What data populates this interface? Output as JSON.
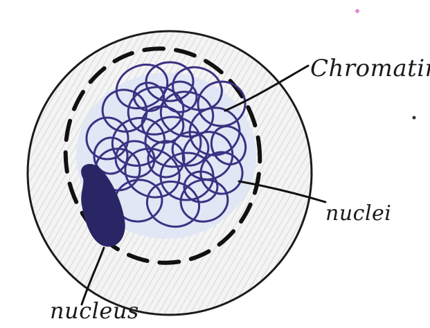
{
  "diagram": {
    "labels": {
      "chromatin": "Chromatin",
      "nuclei": "nuclei",
      "nucleus": "nucleus"
    },
    "colors": {
      "outline": "#1b1b1b",
      "cytoplasm_shading": "#e9e9e9",
      "chromatin_ink": "#3a3182",
      "nucleolus": "#2a2565",
      "light_blue_wash": "#c9d6ef"
    }
  }
}
